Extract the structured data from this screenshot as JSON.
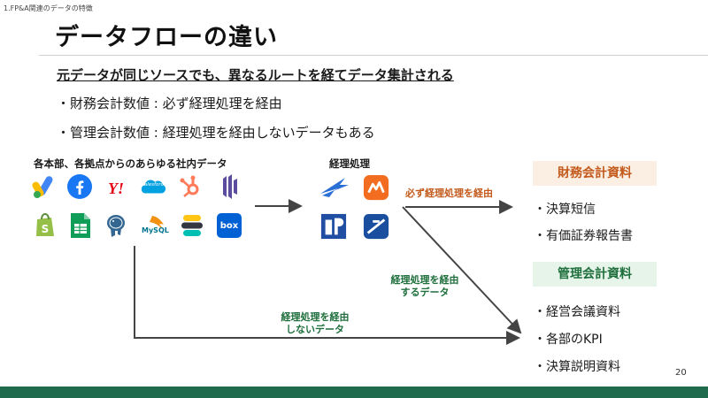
{
  "breadcrumb": "1.FP&A関連のデータの特徴",
  "title": "データフローの違い",
  "subtitle": "元データが同じソースでも、異なるルートを経てデータ集計される",
  "bullets": [
    "・財務会計数値 : 必ず経理処理を経由",
    "・管理会計数値 : 経理処理を経由しないデータもある"
  ],
  "sources": {
    "label": "各本部、各拠点からのあらゆる社内データ",
    "icons": {
      "salesforce": "salesforce",
      "yahoo": "Y!",
      "mysql": "MySQL",
      "box": "box"
    }
  },
  "processing": {
    "label": "経理処理"
  },
  "arrows": {
    "must_route": "必ず経理処理を経由",
    "via_route": [
      "経理処理を経由",
      "するデータ"
    ],
    "no_via_route": [
      "経理処理を経由",
      "しないデータ"
    ]
  },
  "financial": {
    "header": "財務会計資料",
    "items": [
      "・決算短信",
      "・有価証券報告書"
    ]
  },
  "management": {
    "header": "管理会計資料",
    "items": [
      "・経営会議資料",
      "・各部のKPI",
      "・決算説明資料"
    ]
  },
  "page_number": "20",
  "colors": {
    "accent_orange": "#c35a1b",
    "accent_green": "#1f6f3d",
    "footer": "#1e6b4e",
    "arrow": "#444444"
  }
}
